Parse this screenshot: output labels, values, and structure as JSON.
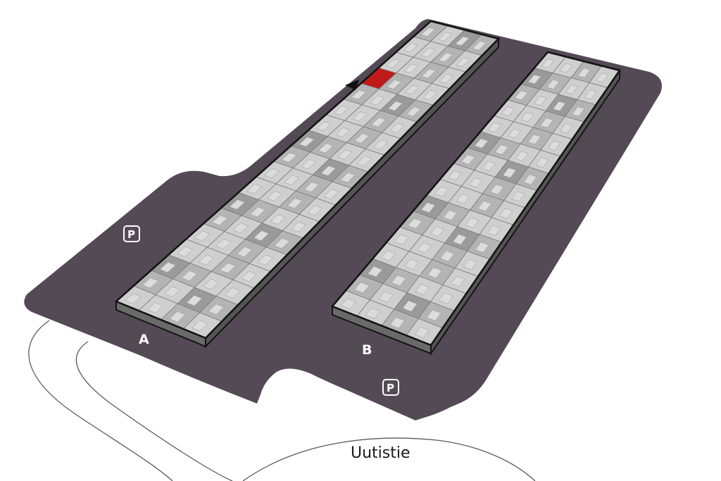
{
  "map": {
    "buildings": [
      {
        "id": "A",
        "label": "A"
      },
      {
        "id": "B",
        "label": "B"
      }
    ],
    "parking": [
      {
        "symbol": "P"
      },
      {
        "symbol": "P"
      }
    ],
    "road": {
      "label": "Uutistie"
    },
    "highlighted_unit": {
      "building": "A"
    },
    "colors": {
      "lot": "#544a55",
      "building_outline": "#141414",
      "roof_light": "#cfcfcf",
      "roof_mid": "#b4b4b4",
      "roof_dark": "#9a9a9a",
      "building_side": "#6a6a6a",
      "highlight": "#c01a1a",
      "label": "#ffffff",
      "road_line": "#555555"
    },
    "icons": {
      "location_marker": "triangle-marker-icon",
      "parking": "parking-icon"
    }
  }
}
